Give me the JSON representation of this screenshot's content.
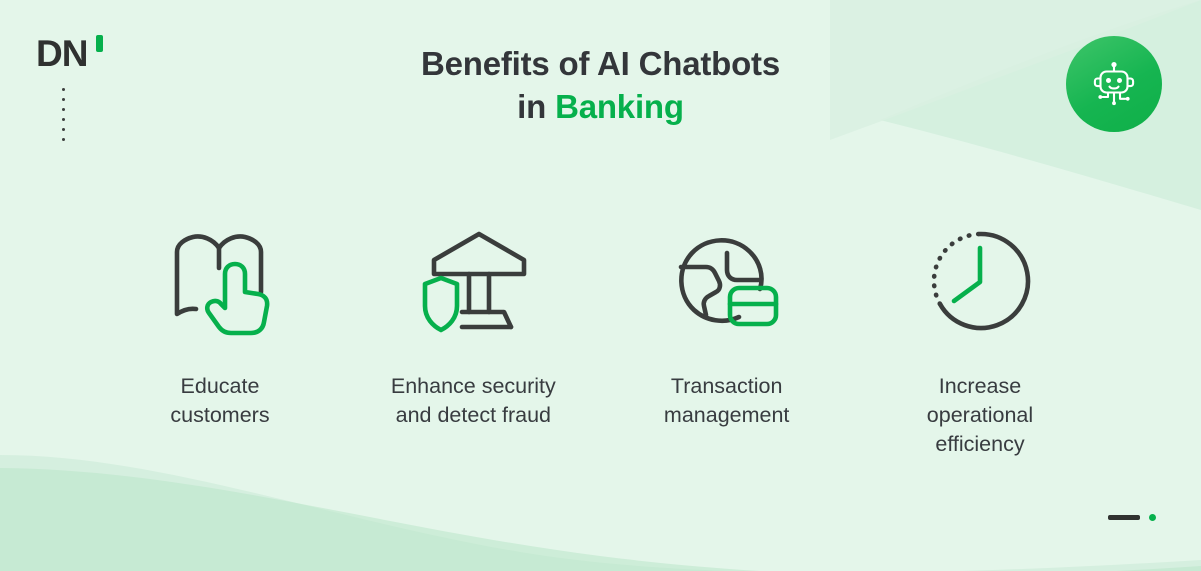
{
  "theme": {
    "background": "#E4F6EA",
    "wave_light": "#EAF8EF",
    "wave_mint": "#B9E6C9",
    "accent_green": "#06B04C",
    "dark_text": "#33363A",
    "icon_dark": "#3A3D3C"
  },
  "logo": {
    "text": "DN",
    "tick_icon": "green-tick-mark",
    "dots_icon": "vertical-dotted-line",
    "dot_count": 6
  },
  "badge": {
    "icon": "robot-icon",
    "background_color": "#16B551"
  },
  "title": {
    "line1": "Benefits of AI Chatbots",
    "line2_prefix": "in ",
    "line2_accent": "Banking"
  },
  "benefits": [
    {
      "icon": "book-with-pointing-hand-icon",
      "label": "Educate\ncustomers"
    },
    {
      "icon": "bank-with-shield-icon",
      "label": "Enhance security\nand detect fraud"
    },
    {
      "icon": "globe-with-credit-card-icon",
      "label": "Transaction\nmanagement"
    },
    {
      "icon": "clock-icon",
      "label": "Increase\noperational\nefficiency"
    }
  ],
  "footer_mark": {
    "dash_icon": "dash-mark",
    "dot_icon": "green-dot"
  }
}
